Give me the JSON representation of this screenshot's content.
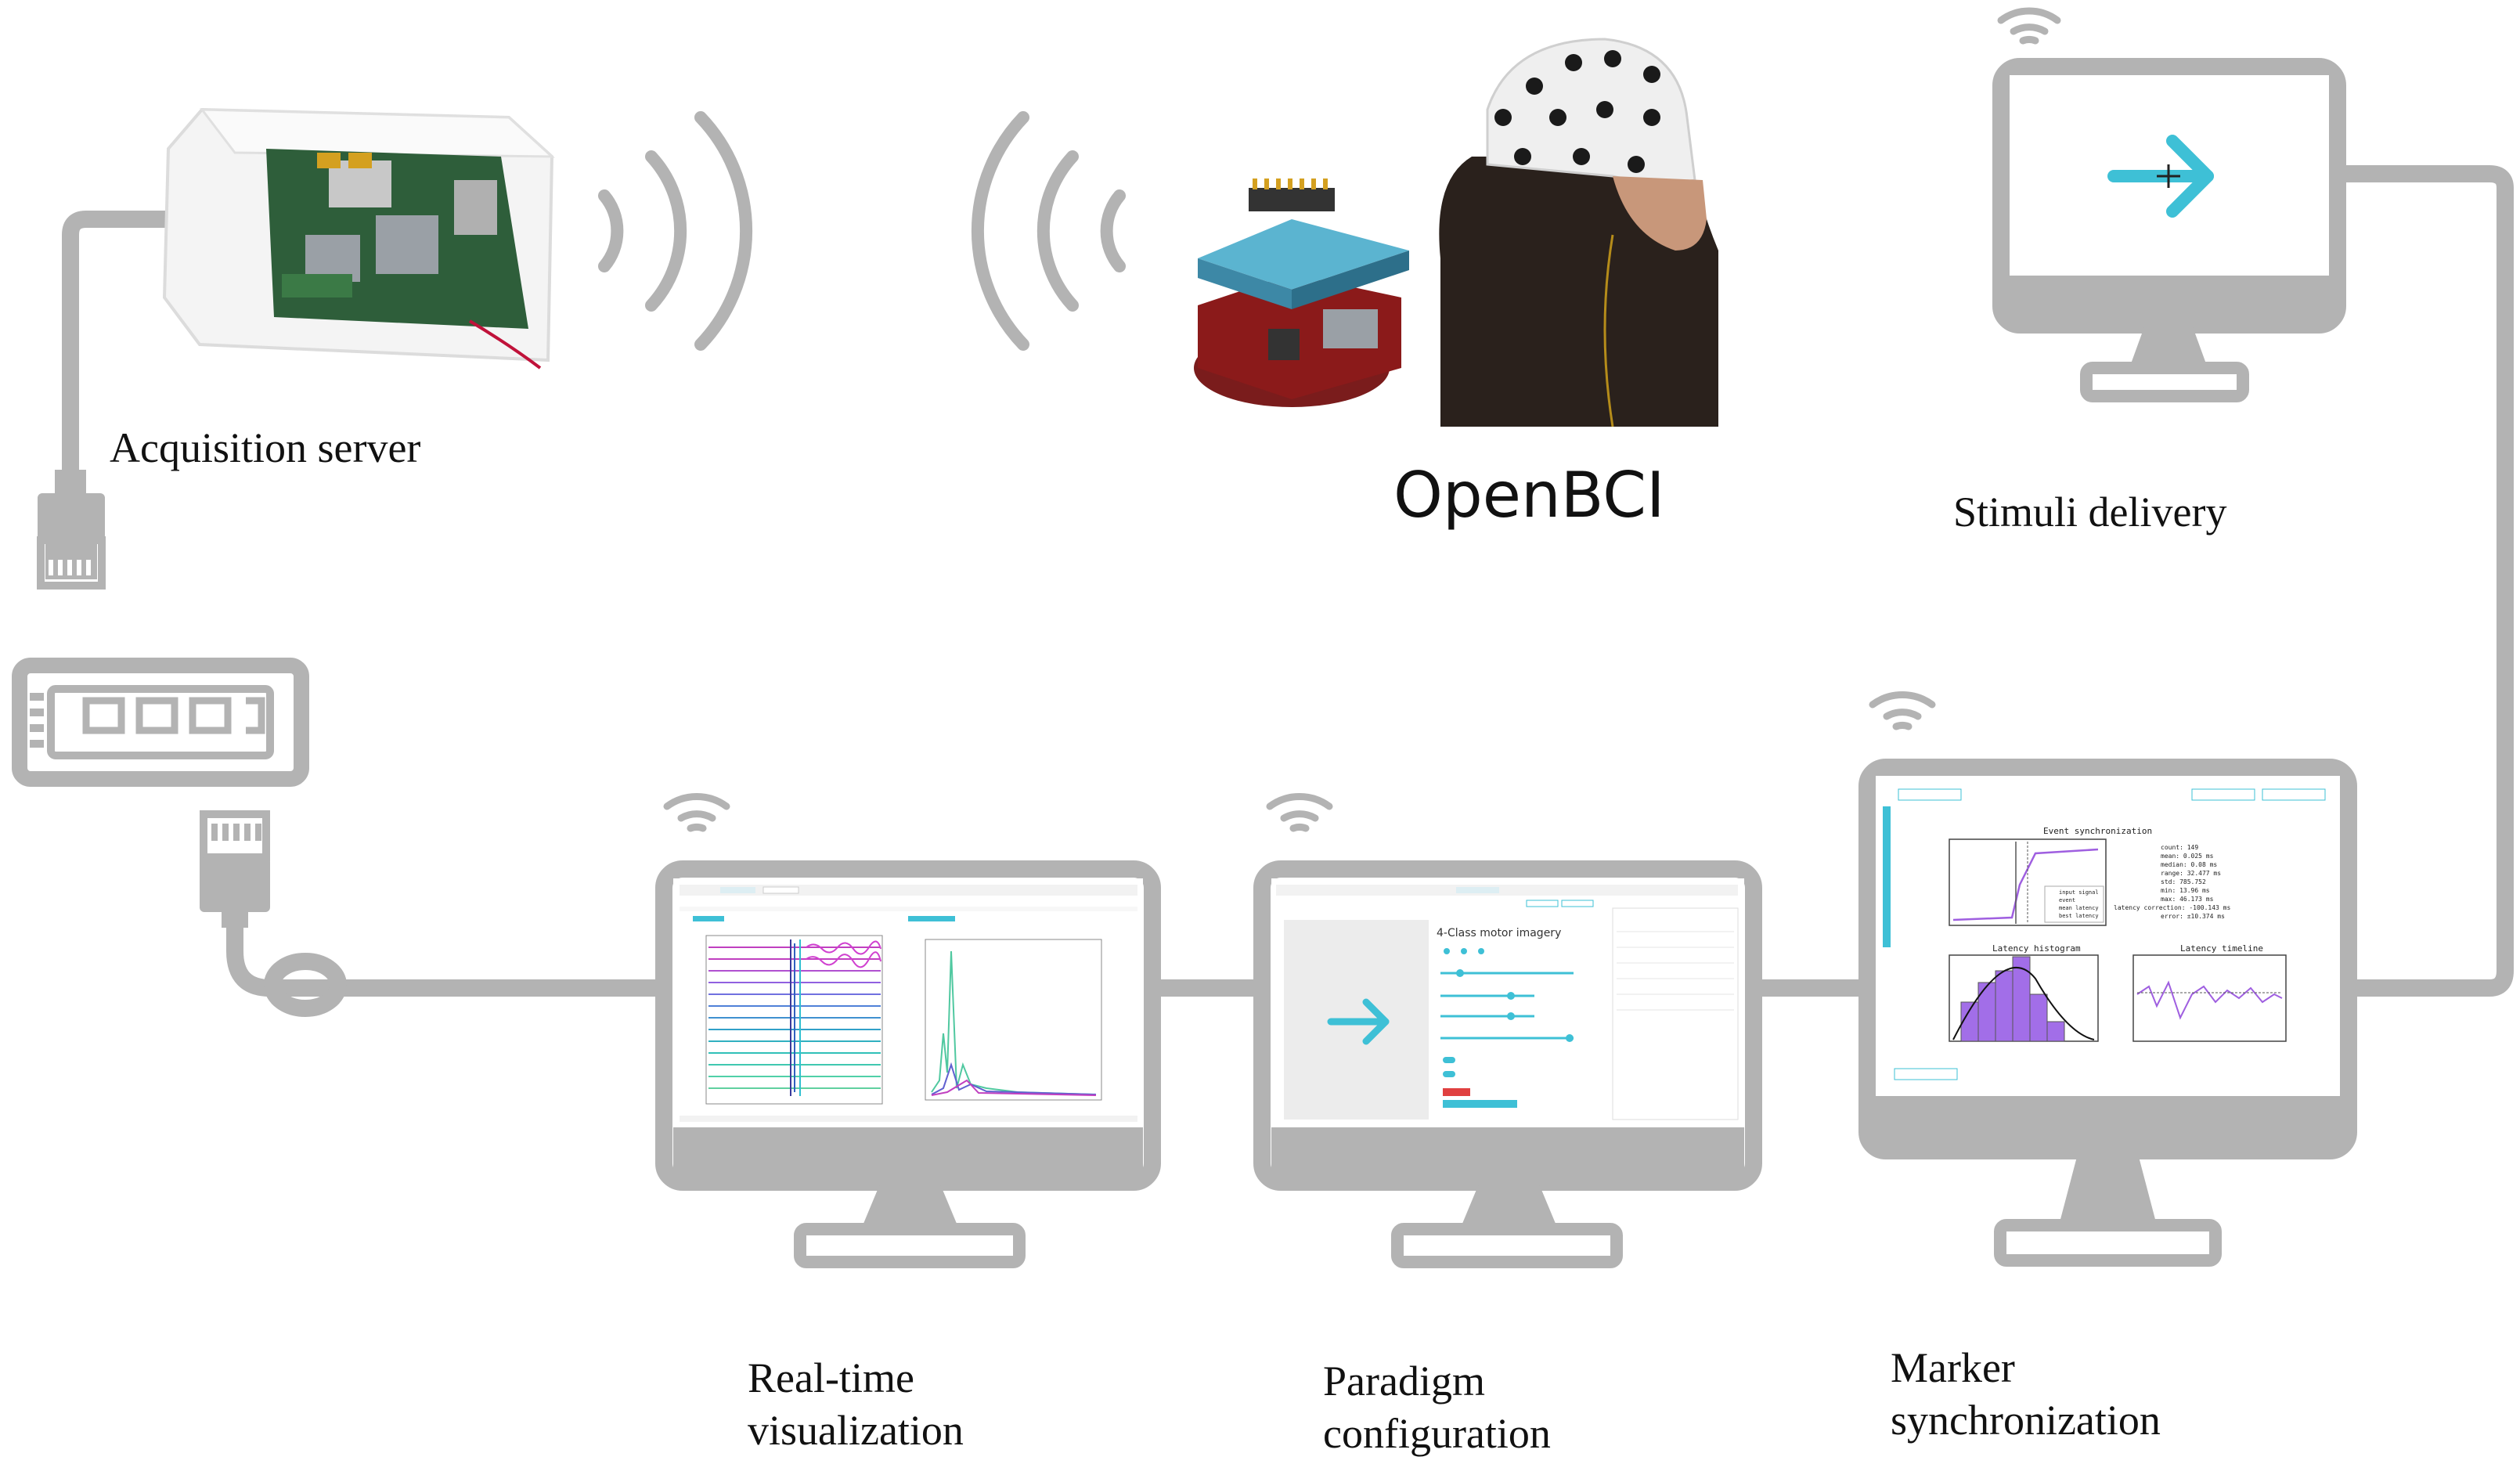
{
  "labels": {
    "acquisition_server": "Acquisition server",
    "openbci": "OpenBCI",
    "stimuli_delivery": "Stimuli delivery",
    "realtime_line1": "Real-time",
    "realtime_line2": "visualization",
    "paradigm_line1": "Paradigm",
    "paradigm_line2": "configuration",
    "marker_line1": "Marker",
    "marker_line2": "synchronization"
  },
  "paradigm_screen": {
    "title": "4-Class motor imagery"
  },
  "marker_screen": {
    "chart1_title": "Event synchronization",
    "chart2_title": "Latency histogram",
    "chart3_title": "Latency timeline",
    "legend": [
      "input signal",
      "event",
      "mean latency",
      "best latency"
    ],
    "stats": [
      "count: 149",
      "mean: 0.025 ms",
      "median: 0.08 ms",
      "range: 32.477 ms",
      "std: 785.752",
      "min: 13.96 ms",
      "max: 46.173 ms",
      "latency correction: -100.143 ms",
      "error: ±10.374 ms"
    ]
  },
  "colors": {
    "device_gray": "#b3b3b3",
    "accent_cyan": "#3ec0d6",
    "purple": "#9f5fe0"
  }
}
